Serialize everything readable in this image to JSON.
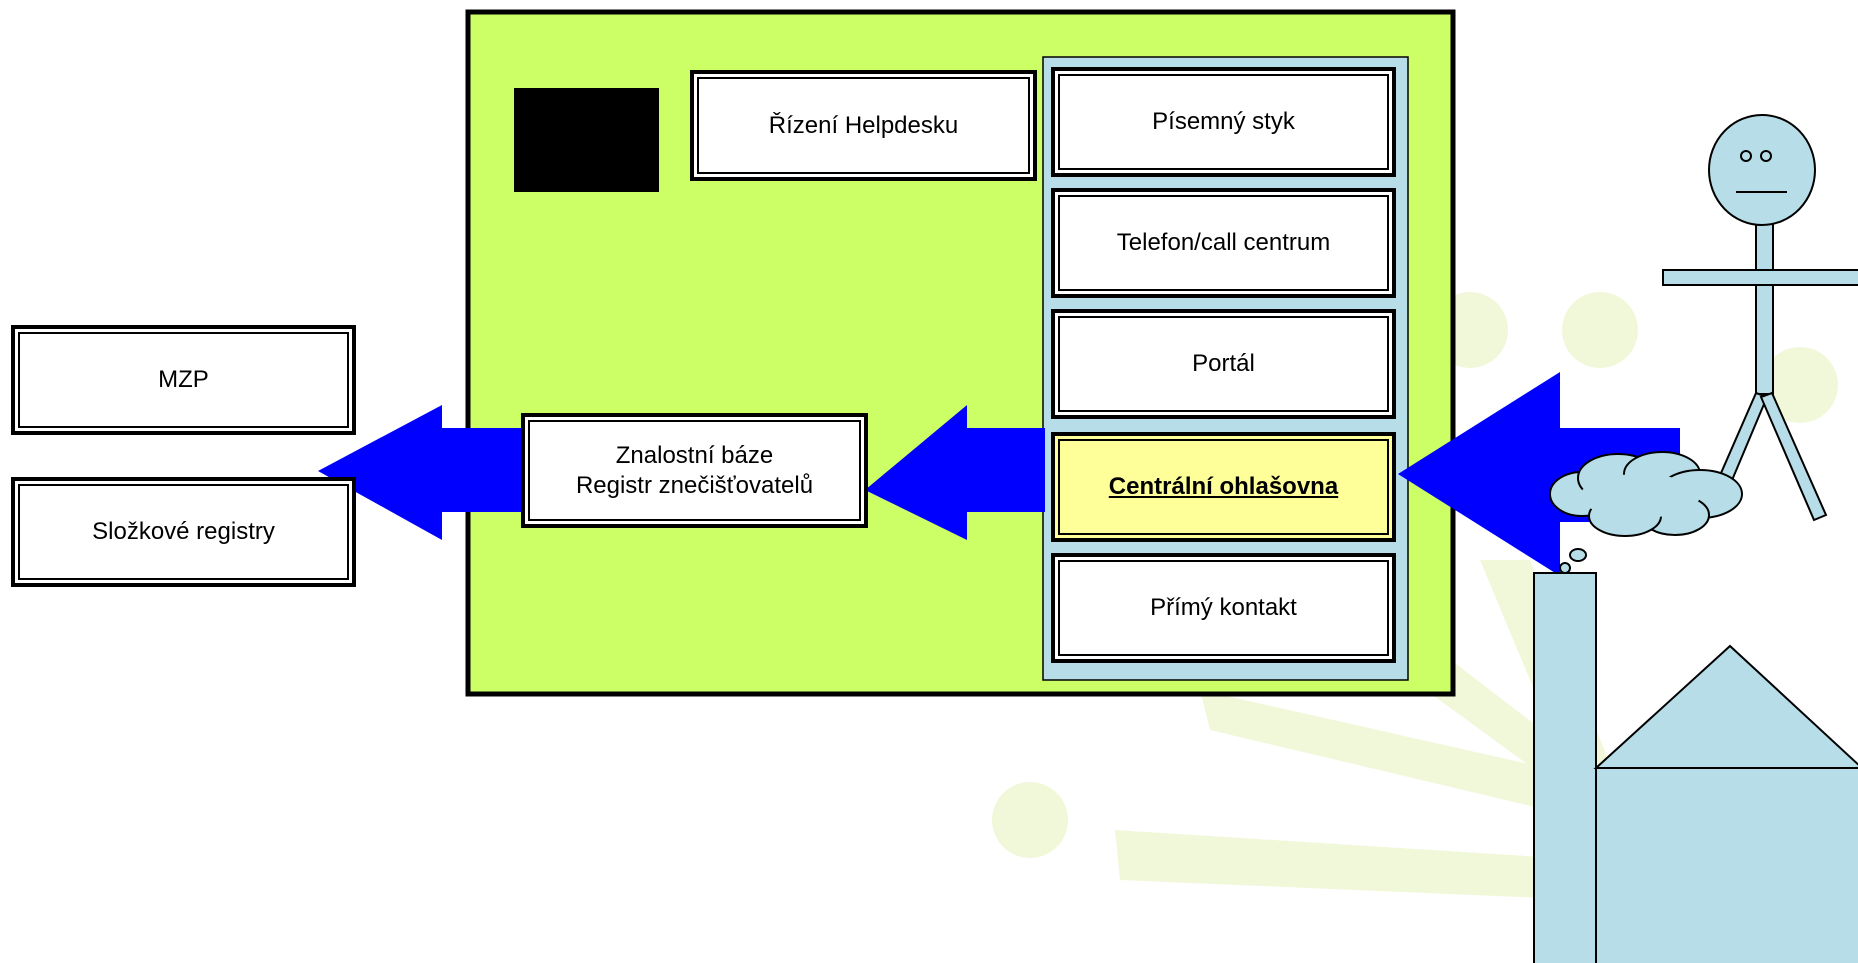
{
  "helpdesk": {
    "management": "Řízení Helpdesku",
    "knowledge_base_line1": "Znalostní báze",
    "knowledge_base_line2": "Registr znečišťovatelů"
  },
  "channels": [
    "Písemný styk",
    "Telefon/call centrum",
    "Portál",
    "Centrální ohlašovna",
    "Přímý kontakt"
  ],
  "external": {
    "mzp": "MZP",
    "registries": "Složkové registry"
  },
  "colors": {
    "panel": "#ccff66",
    "column": "#b7dee8",
    "highlight": "#ffff99",
    "arrow": "#0000ff",
    "figure": "#b7dee8",
    "watermark": "#f1f8d9"
  }
}
